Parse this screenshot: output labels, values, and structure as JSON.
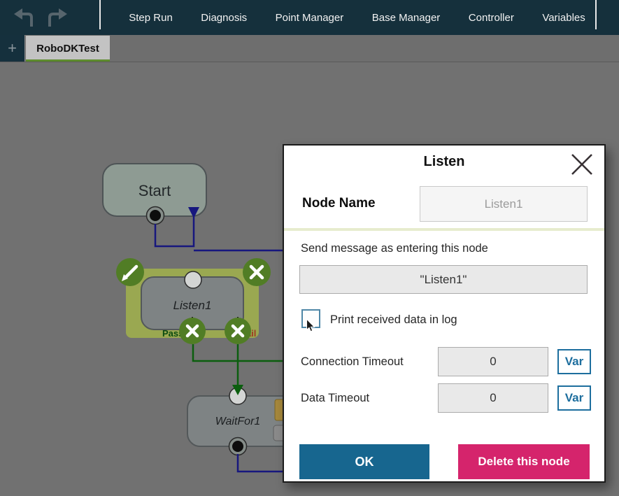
{
  "toolbar": {
    "menu": [
      {
        "label": "Step Run"
      },
      {
        "label": "Diagnosis"
      },
      {
        "label": "Point Manager"
      },
      {
        "label": "Base Manager"
      },
      {
        "label": "Controller"
      },
      {
        "label": "Variables"
      }
    ]
  },
  "tabs": {
    "add_label": "+",
    "active_label": "RoboDKTest"
  },
  "flow": {
    "start_label": "Start",
    "listen_label": "Listen1",
    "waitfor_label": "WaitFor1",
    "pass_label": "Pass",
    "fail_label": "Fail"
  },
  "dialog": {
    "title": "Listen",
    "node_name_label": "Node Name",
    "node_name_value": "Listen1",
    "send_message_label": "Send message as entering this node",
    "send_message_value": "\"Listen1\"",
    "print_log_label": "Print received data in log",
    "connection_timeout_label": "Connection Timeout",
    "connection_timeout_value": "0",
    "data_timeout_label": "Data Timeout",
    "data_timeout_value": "0",
    "connection_var_label": "Var",
    "data_var_label": "Var",
    "ok_label": "OK",
    "delete_label": "Delete this node"
  },
  "colors": {
    "topbar": "#15303c",
    "accent-blue": "#17668f",
    "accent-magenta": "#d5246c",
    "var-blue": "#1d6e9e",
    "wire-blue": "#17177e",
    "wire-green": "#0b5e0e",
    "node-green-button": "#517d25",
    "selection-olive": "#9aa851",
    "tab-underline": "#5e8c2e",
    "divider-yellow": "#e7ecce"
  }
}
